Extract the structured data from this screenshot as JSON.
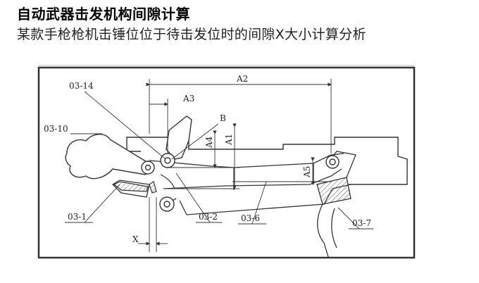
{
  "header": {
    "title": "自动武器击发机构间隙计算",
    "subtitle": "某款手枪枪机击锤位位于待击发位时的间隙X大小计算分析"
  },
  "drawing": {
    "labels": {
      "part_03_14": "03-14",
      "part_03_10": "03-10",
      "part_03_1": "03-1",
      "part_03_2": "03-2",
      "part_03_6": "03-6",
      "part_03_7": "03-7",
      "dim_a2": "A2",
      "dim_a3": "A3",
      "dim_a4": "A4",
      "dim_a1": "A1",
      "dim_a5": "A5",
      "point_b": "B",
      "gap_x": "X"
    }
  }
}
